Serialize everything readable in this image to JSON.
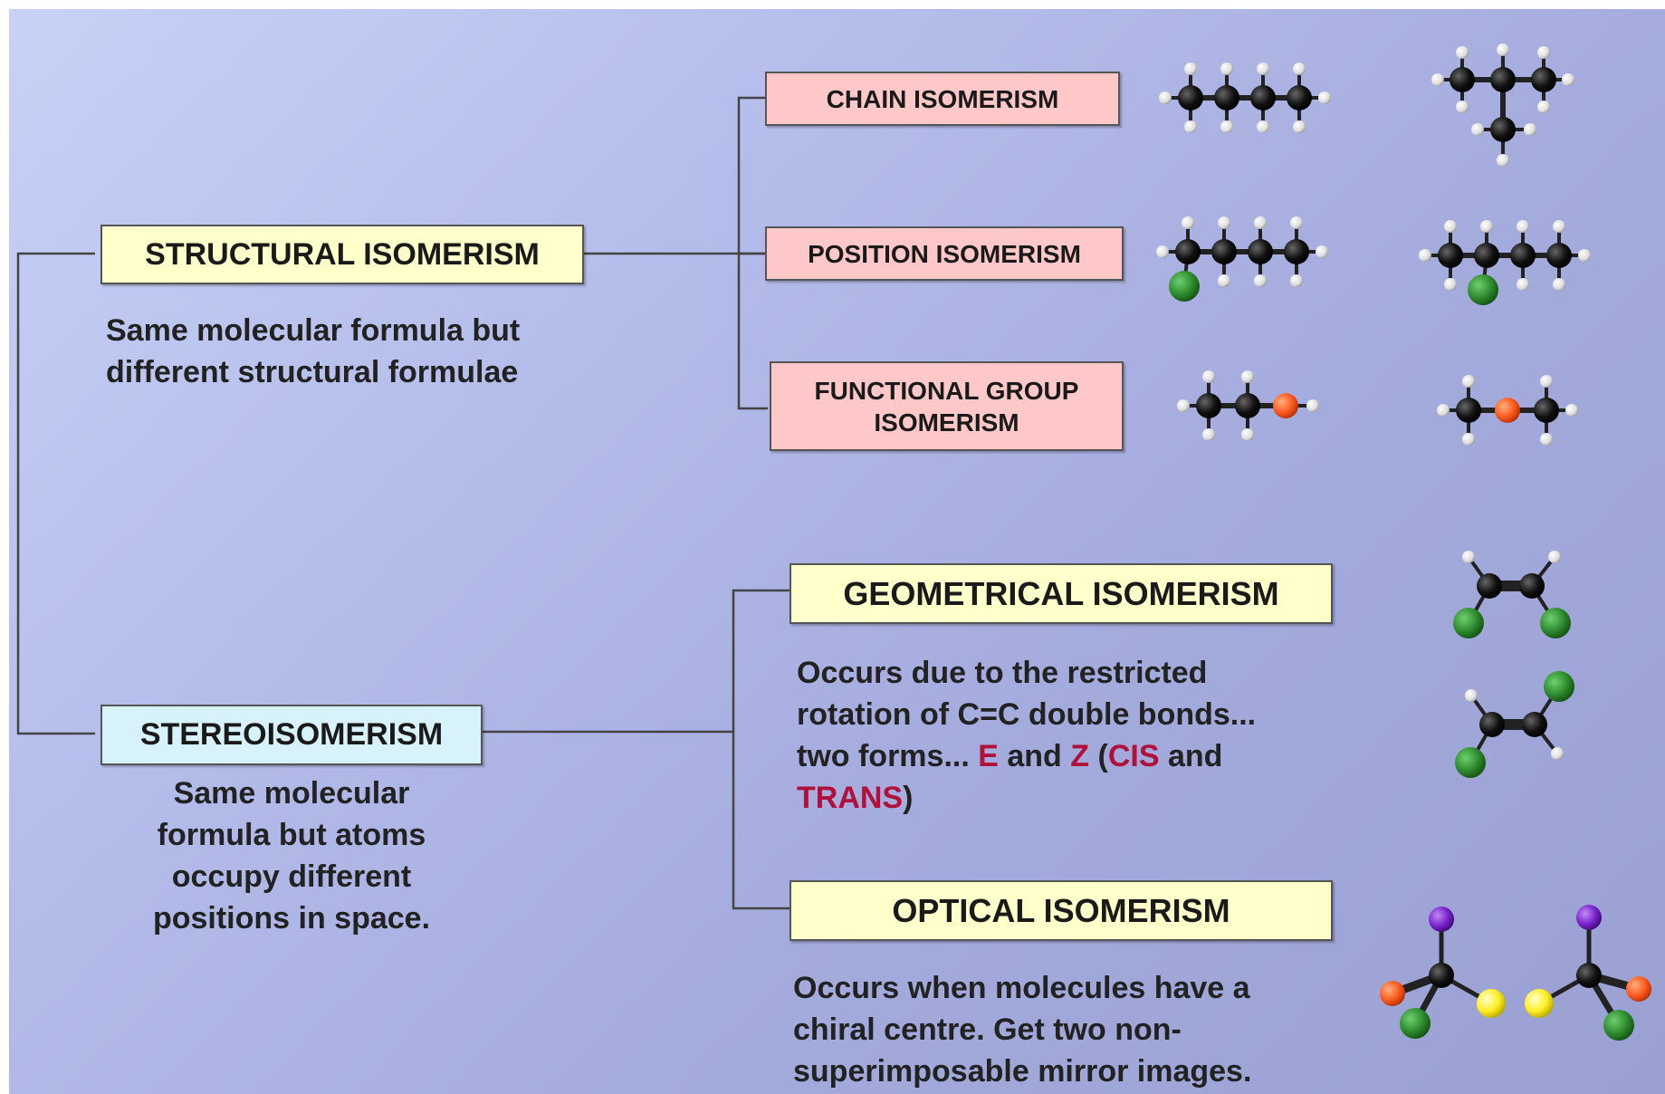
{
  "structural": {
    "title": "STRUCTURAL ISOMERISM",
    "desc_line1": "Same molecular formula but",
    "desc_line2": "different structural formulae"
  },
  "chain": {
    "title": "CHAIN ISOMERISM"
  },
  "position": {
    "title": "POSITION ISOMERISM"
  },
  "functional": {
    "title_line1": "FUNCTIONAL GROUP",
    "title_line2": "ISOMERISM"
  },
  "stereo": {
    "title": "STEREOISOMERISM",
    "desc_line1": "Same molecular",
    "desc_line2": "formula but atoms",
    "desc_line3": "occupy different",
    "desc_line4": "positions in space."
  },
  "geometrical": {
    "title": "GEOMETRICAL ISOMERISM",
    "desc_line1": "Occurs due to the restricted",
    "desc_line2": "rotation of C=C double bonds...",
    "desc_line3_a": "two forms... ",
    "desc_line3_e": "E",
    "desc_line3_and1": " and ",
    "desc_line3_z": "Z",
    "desc_line3_paren": " (",
    "desc_line3_cis": "CIS",
    "desc_line3_and2": " and",
    "desc_line4_trans": "TRANS",
    "desc_line4_close": ")"
  },
  "optical": {
    "title": "OPTICAL ISOMERISM",
    "desc_line1": "Occurs when molecules have a",
    "desc_line2": "chiral centre.  Get two non-",
    "desc_line3": "superimposable mirror images."
  },
  "colors": {
    "carbon": "#111111",
    "hydrogen": "#e8e8e8",
    "chlorine": "#2e8b2e",
    "oxygen": "#ff5a1f",
    "purple": "#7a22cc",
    "yellow": "#ffee22",
    "highlight": "#b0103a"
  }
}
